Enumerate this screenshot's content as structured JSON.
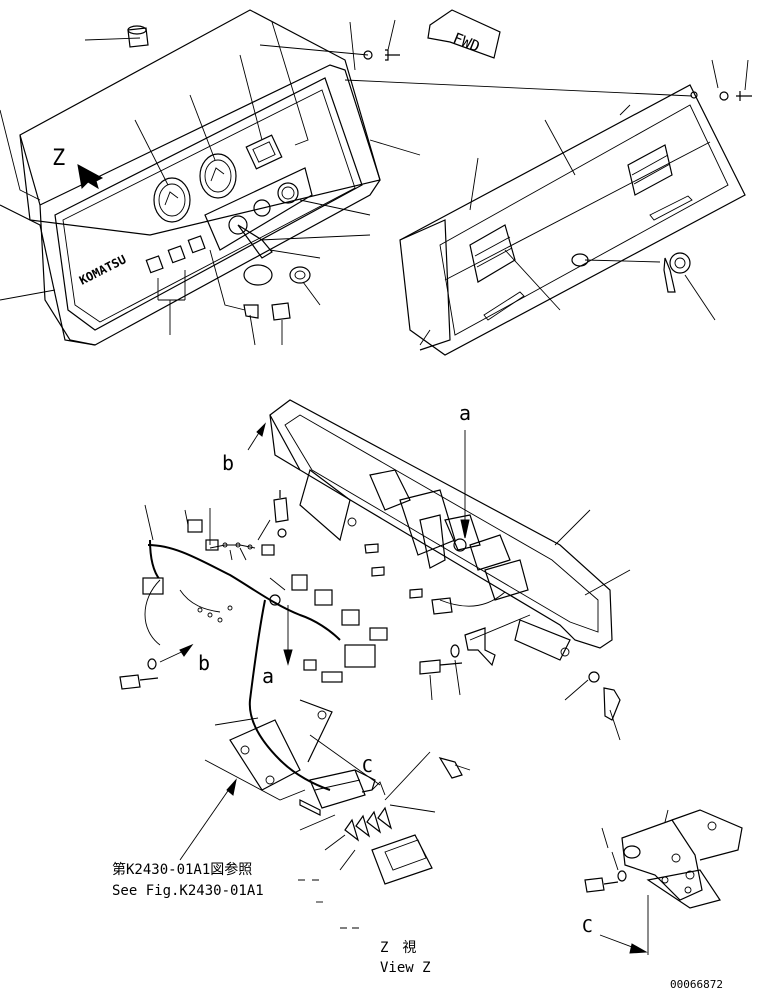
{
  "labels": {
    "z_marker": "Z",
    "fwd": "FWD",
    "brand": "KOMATSU",
    "a_top": "a",
    "a_bottom": "a",
    "b_left": "b",
    "b_right": "b",
    "c_mid": "C",
    "c_right": "C",
    "ref_jp": "第K2430-01A1図参照",
    "ref_en": "See Fig.K2430-01A1",
    "view_jp": "Z　視",
    "view_en": "View Z",
    "doc_no": "00066872"
  }
}
